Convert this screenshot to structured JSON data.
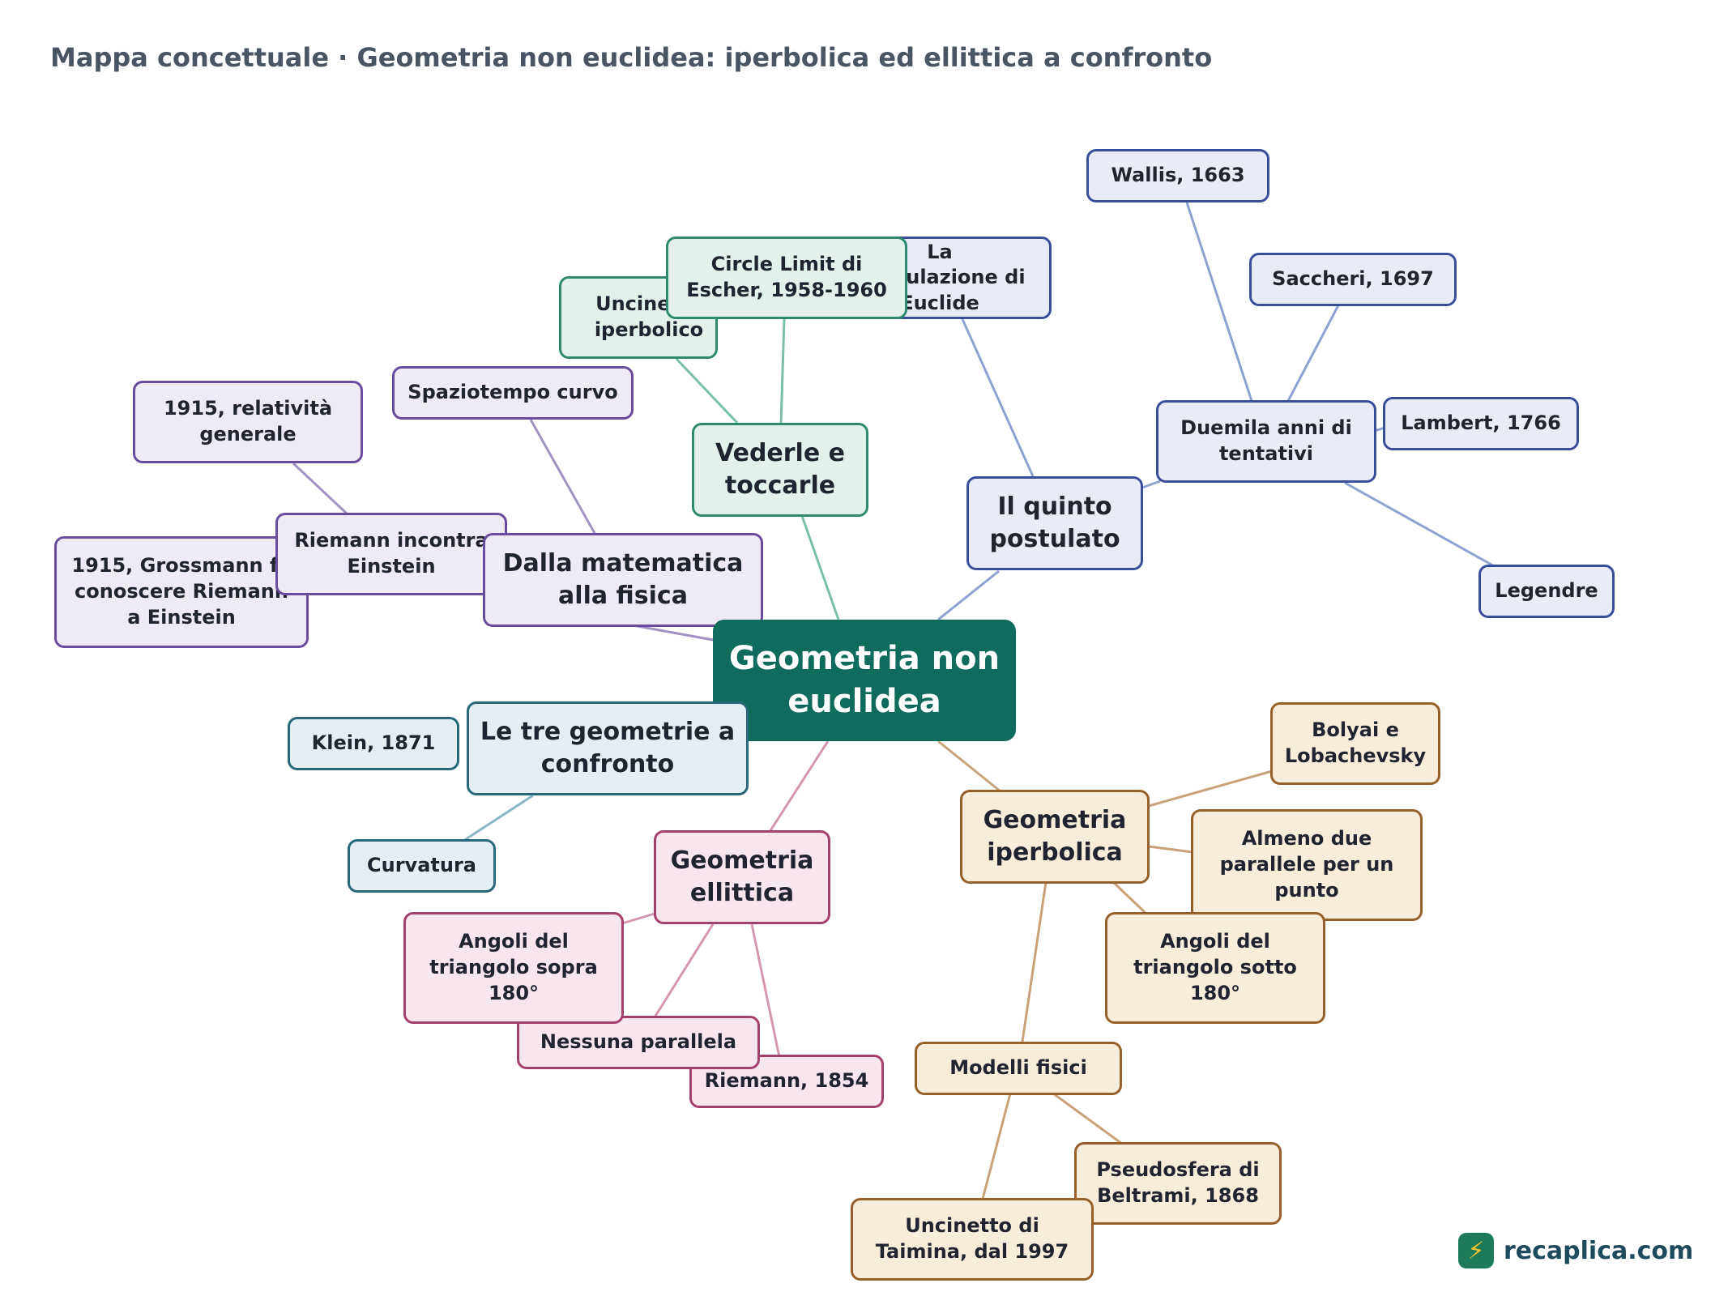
{
  "title": "Mappa concettuale · Geometria non euclidea: iperbolica ed ellittica a confronto",
  "brand": {
    "logo_icon": "lightning-bolt-icon",
    "name": "recaplica.com"
  },
  "colors": {
    "root": "#0f6b5c",
    "purple": "#6a4c9c",
    "green": "#2d8a6e",
    "blue": "#3a4d98",
    "teal": "#27687a",
    "pink": "#a3406e",
    "orange": "#95602a"
  },
  "nodes": {
    "root": "Geometria non euclidea",
    "matematica_fisica": "Dalla matematica alla fisica",
    "relativita_1915": "1915, relatività generale",
    "spaziotempo": "Spaziotempo curvo",
    "riemann_einstein": "Riemann incontra Einstein",
    "grossmann_1915": "1915, Grossmann fa conoscere Riemann a Einstein",
    "vederle": "Vederle e toccarle",
    "uncinetto_iperbolico": "Uncinetto iperbolico",
    "circle_limit": "Circle Limit di Escher, 1958-1960",
    "quinto_postulato": "Il quinto postulato",
    "formulazione_euclide": "La formulazione di Euclide",
    "duemila_anni": "Duemila anni di tentativi",
    "wallis": "Wallis, 1663",
    "saccheri": "Saccheri, 1697",
    "lambert": "Lambert, 1766",
    "legendre": "Legendre",
    "tre_geometrie": "Le tre geometrie a confronto",
    "klein": "Klein, 1871",
    "curvatura": "Curvatura",
    "ellittica": "Geometria ellittica",
    "angoli_sopra": "Angoli del triangolo sopra 180°",
    "nessuna_parallela": "Nessuna parallela",
    "riemann_1854": "Riemann, 1854",
    "iperbolica": "Geometria iperbolica",
    "bolyai": "Bolyai e Lobachevsky",
    "almeno_due": "Almeno due parallele per un punto",
    "angoli_sotto": "Angoli del triangolo sotto 180°",
    "modelli_fisici": "Modelli fisici",
    "pseudosfera": "Pseudosfera di Beltrami, 1868",
    "taimina": "Uncinetto di Taimina, dal 1997"
  }
}
